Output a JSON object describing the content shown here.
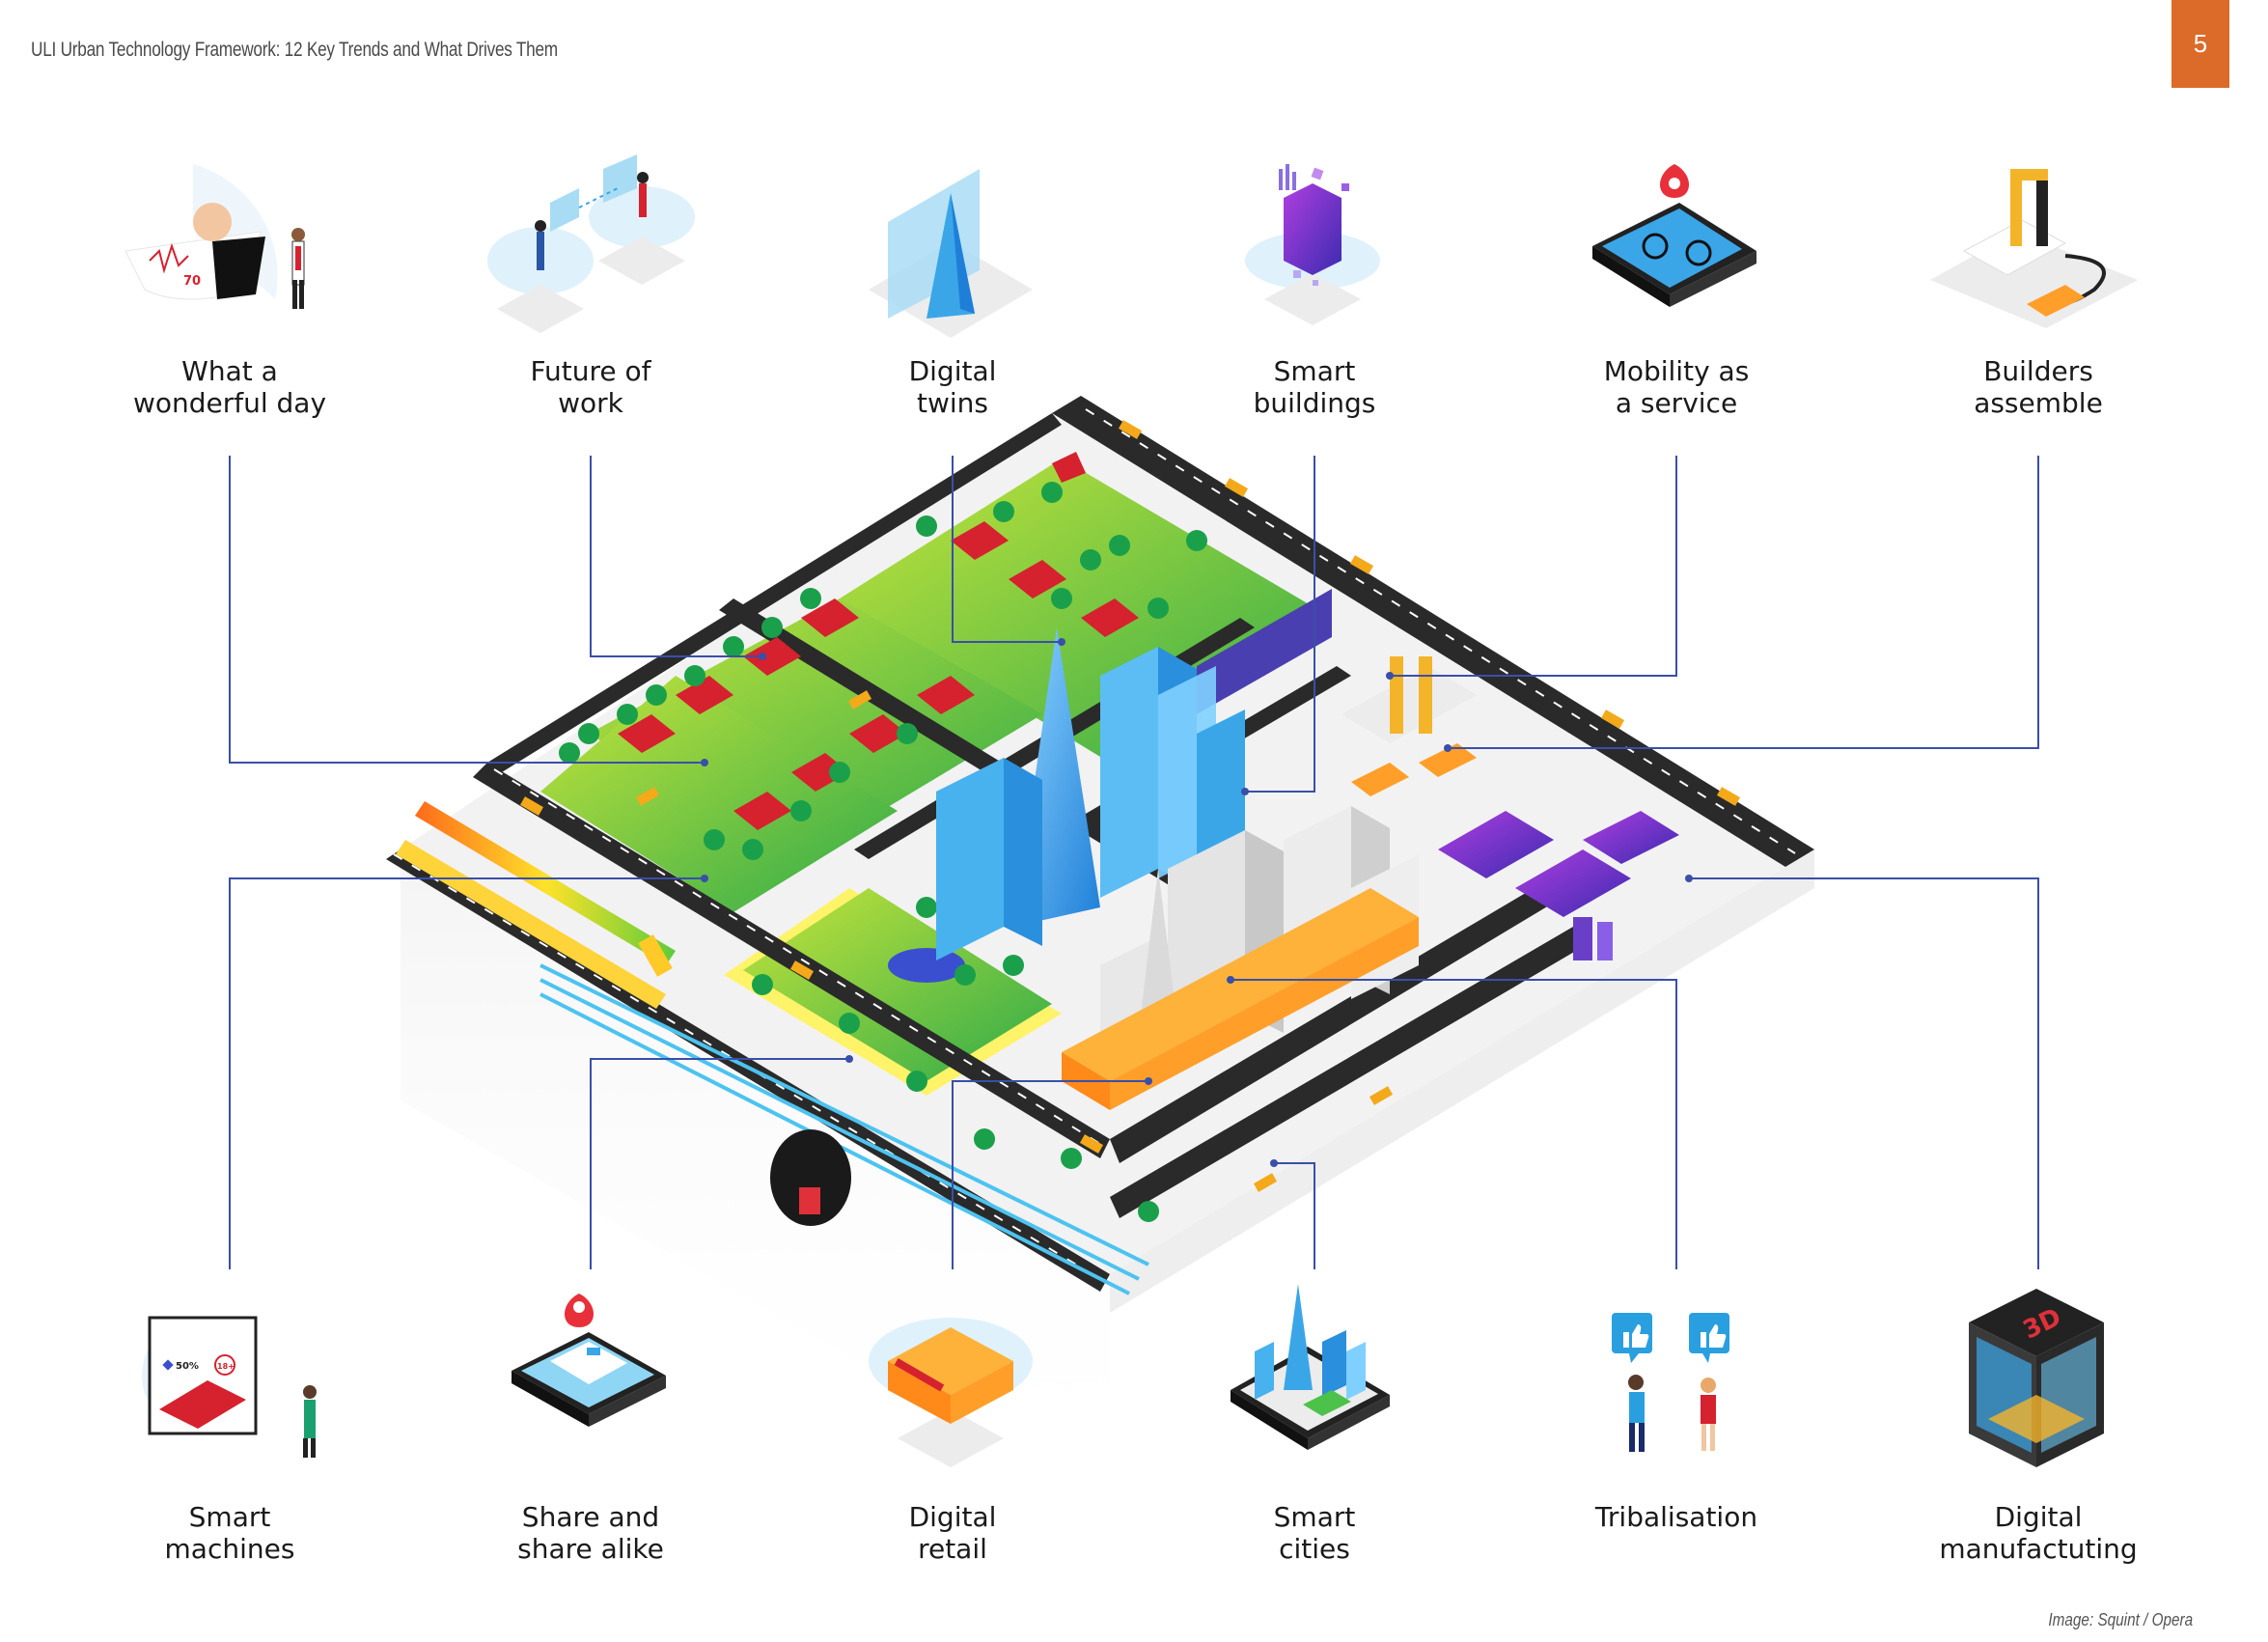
{
  "header": {
    "title": "ULI Urban Technology Framework: 12 Key Trends and What Drives Them",
    "page_number": "5"
  },
  "credit": "Image: Squint / Opera",
  "colors": {
    "accent": "#dc6a29",
    "connector": "#3a4fa8",
    "road": "#2a2a2a",
    "park": "#5cc24a",
    "glass": "#3aa6e8",
    "roof": "#d6212f"
  },
  "trends_top": [
    {
      "line1": "What a",
      "line2": "wonderful day",
      "icon": "health-monitor-icon"
    },
    {
      "line1": "Future of",
      "line2": "work",
      "icon": "remote-work-icon"
    },
    {
      "line1": "Digital",
      "line2": "twins",
      "icon": "digital-twin-icon"
    },
    {
      "line1": "Smart",
      "line2": "buildings",
      "icon": "smart-building-icon"
    },
    {
      "line1": "Mobility as",
      "line2": "a service",
      "icon": "bike-share-icon"
    },
    {
      "line1": "Builders",
      "line2": "assemble",
      "icon": "construction-robot-icon"
    }
  ],
  "trends_bottom": [
    {
      "line1": "Smart",
      "line2": "machines",
      "icon": "smart-machine-icon",
      "badge_pct": "50%",
      "badge_age": "18+"
    },
    {
      "line1": "Share and",
      "line2": "share alike",
      "icon": "car-share-icon"
    },
    {
      "line1": "Digital",
      "line2": "retail",
      "icon": "digital-retail-icon"
    },
    {
      "line1": "Smart",
      "line2": "cities",
      "icon": "smart-city-icon"
    },
    {
      "line1": "Tribalisation",
      "line2": "",
      "icon": "social-like-icon"
    },
    {
      "line1": "Digital",
      "line2": "manufactuting",
      "icon": "3d-printer-icon",
      "badge": "3D",
      "health_value": "70"
    }
  ]
}
